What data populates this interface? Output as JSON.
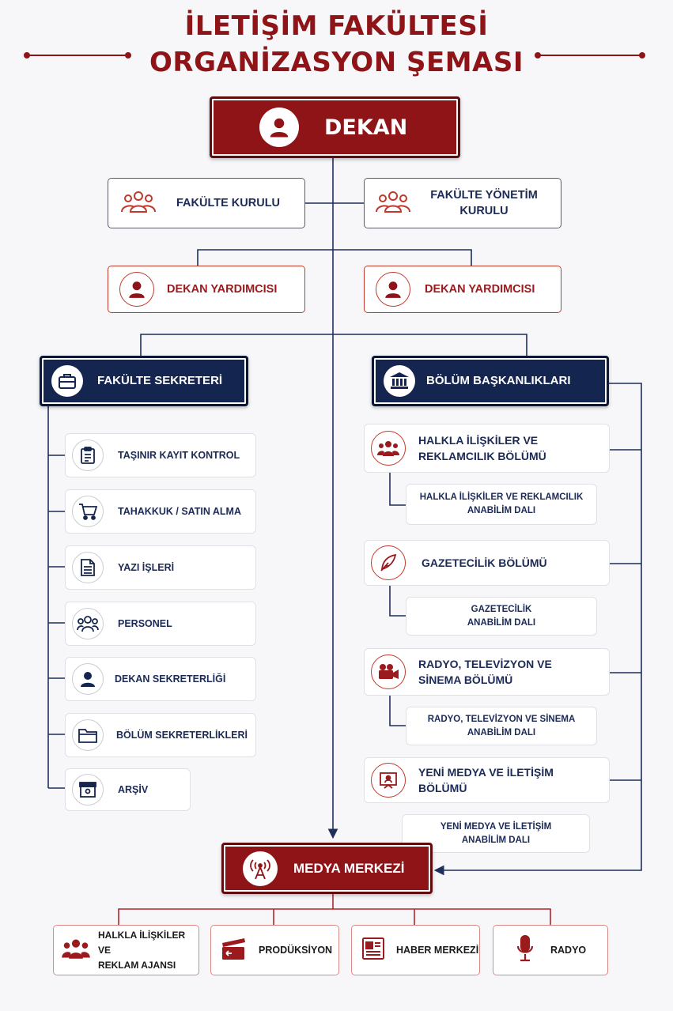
{
  "title": {
    "line1": "İLETİŞİM FAKÜLTESİ",
    "line2": "ORGANİZASYON ŞEMASI"
  },
  "dekan": {
    "label": "DEKAN",
    "icon": "person-icon"
  },
  "kurullar": [
    {
      "label": "FAKÜLTE KURULU",
      "icon": "group-icon"
    },
    {
      "label_line1": "FAKÜLTE YÖNETİM",
      "label_line2": "KURULU",
      "icon": "group-icon"
    }
  ],
  "yardimcilar": [
    {
      "label": "DEKAN YARDIMCISI",
      "icon": "person-icon"
    },
    {
      "label": "DEKAN YARDIMCISI",
      "icon": "person-icon"
    }
  ],
  "sekreter": {
    "label": "FAKÜLTE SEKRETERİ",
    "icon": "briefcase-icon",
    "units": [
      {
        "label": "TAŞINIR KAYIT KONTROL",
        "icon": "clipboard-icon"
      },
      {
        "label": "TAHAKKUK / SATIN ALMA",
        "icon": "cart-icon"
      },
      {
        "label": "YAZI İŞLERİ",
        "icon": "document-icon"
      },
      {
        "label": "PERSONEL",
        "icon": "people-icon"
      },
      {
        "label": "DEKAN SEKRETERLİĞİ",
        "icon": "person-icon"
      },
      {
        "label": "BÖLÜM SEKRETERLİKLERİ",
        "icon": "folder-icon"
      },
      {
        "label": "ARŞİV",
        "icon": "archive-box-icon"
      }
    ]
  },
  "bolum_baskanliklari": {
    "label": "BÖLÜM BAŞKANLIKLARI",
    "icon": "institution-icon",
    "bolumler": [
      {
        "line1": "HALKLA İLİŞKİLER VE",
        "line2": "REKLAMCILIK BÖLÜMÜ",
        "icon": "people-icon",
        "anabilim_line1": "HALKLA İLİŞKİLER VE REKLAMCILIK",
        "anabilim_line2": "ANABİLİM DALI"
      },
      {
        "line1": "GAZETECİLİK BÖLÜMÜ",
        "line2": "",
        "icon": "quill-icon",
        "anabilim_line1": "GAZETECİLİK",
        "anabilim_line2": "ANABİLİM DALI"
      },
      {
        "line1": "RADYO, TELEVİZYON VE",
        "line2": "SİNEMA BÖLÜMÜ",
        "icon": "video-camera-icon",
        "anabilim_line1": "RADYO, TELEVİZYON VE SİNEMA",
        "anabilim_line2": "ANABİLİM DALI"
      },
      {
        "line1": "YENİ MEDYA VE İLETİŞİM",
        "line2": "BÖLÜMÜ",
        "icon": "presentation-icon",
        "anabilim_line1": "YENİ MEDYA VE İLETİŞİM",
        "anabilim_line2": "ANABİLİM DALI"
      }
    ]
  },
  "medya_merkezi": {
    "label": "MEDYA MERKEZİ",
    "icon": "broadcast-tower-icon",
    "units": [
      {
        "line1": "HALKLA İLİŞKİLER VE",
        "line2": "REKLAM AJANSI",
        "icon": "people-icon"
      },
      {
        "line1": "PRODÜKSİYON",
        "line2": "",
        "icon": "clapperboard-icon"
      },
      {
        "line1": "HABER MERKEZİ",
        "line2": "",
        "icon": "newspaper-icon"
      },
      {
        "line1": "RADYO",
        "line2": "",
        "icon": "microphone-icon"
      }
    ]
  },
  "colors": {
    "red": "#8e1418",
    "navy": "#14254f",
    "line": "#1f2f5c",
    "redline": "#b0262a"
  }
}
